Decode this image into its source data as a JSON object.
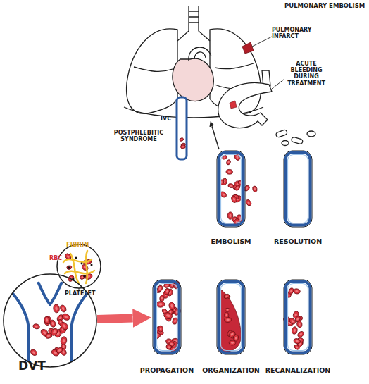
{
  "diagram": {
    "nodes": [
      {
        "text": [
          "DVT"
        ]
      },
      {
        "text": [
          "PROPAGATION"
        ]
      },
      {
        "text": [
          "ORGANIZATION"
        ]
      },
      {
        "text": [
          "RECANALIZATION"
        ]
      },
      {
        "text": [
          "EMBOLISM"
        ]
      },
      {
        "text": [
          "RESOLUTION"
        ]
      },
      {
        "text": [
          "PULMONARY EMBOLISM"
        ]
      }
    ],
    "edges": [
      {
        "from": 0,
        "to": 1,
        "arrow": "to"
      },
      {
        "from": 4,
        "to": 6,
        "arrow": "to"
      }
    ],
    "labels": [
      "FIBRIN",
      "RBC",
      "PLATELET",
      "IVC",
      "POSTPHLEBITIC SYNDROME",
      "PULMONARY INFARCT",
      "ACUTE BLEEDING DURING TREATMENT"
    ]
  }
}
